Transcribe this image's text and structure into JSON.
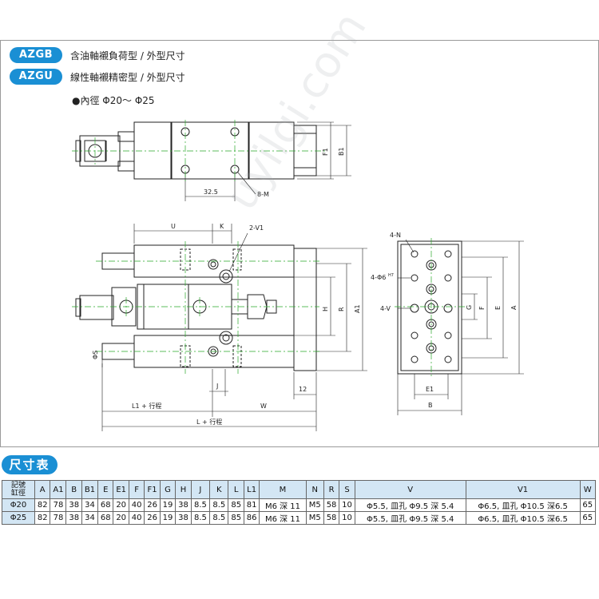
{
  "header": {
    "badge1": "AZGB",
    "line1": "含油軸襯負荷型 / 外型尺寸",
    "badge2": "AZGU",
    "line2": "線性軸襯精密型 / 外型尺寸",
    "bore": "●內徑  Φ20～ Φ25"
  },
  "drawing": {
    "top_view": {
      "dim_32_5": "32.5",
      "label_8M": "8-M",
      "label_F1": "F1",
      "label_B1": "B1"
    },
    "front_view": {
      "U": "U",
      "K": "K",
      "V1": "2-V1",
      "H": "H",
      "R": "R",
      "A1": "A1",
      "S": "ΦS",
      "J": "J",
      "dim12": "12",
      "L1": "L1 + 行程",
      "W": "W",
      "L": "L + 行程"
    },
    "side_view": {
      "N": "4-N",
      "phi6": "4-Φ6",
      "phi6_sup": "H7",
      "V": "4-V",
      "G": "G",
      "F": "F",
      "E": "E",
      "A": "A",
      "E1": "E1",
      "B": "B"
    },
    "watermark": "uyilgi.com"
  },
  "table": {
    "title": "尺寸表",
    "corner_top": "記號",
    "corner_bottom": "缸徑",
    "headers": [
      "A",
      "A1",
      "B",
      "B1",
      "E",
      "E1",
      "F",
      "F1",
      "G",
      "H",
      "J",
      "K",
      "L",
      "L1",
      "M",
      "N",
      "R",
      "S",
      "V",
      "V1",
      "W"
    ],
    "rows": [
      [
        "Φ20",
        "82",
        "78",
        "38",
        "34",
        "68",
        "20",
        "40",
        "26",
        "19",
        "38",
        "8.5",
        "8.5",
        "85",
        "81",
        "M6 深 11",
        "M5",
        "58",
        "10",
        "Φ5.5, 皿孔  Φ9.5 深 5.4",
        "Φ6.5, 皿孔  Φ10.5 深6.5",
        "65"
      ],
      [
        "Φ25",
        "82",
        "78",
        "38",
        "34",
        "68",
        "20",
        "40",
        "26",
        "19",
        "38",
        "8.5",
        "8.5",
        "85",
        "86",
        "M6 深 11",
        "M5",
        "58",
        "10",
        "Φ5.5, 皿孔  Φ9.5 深 5.4",
        "Φ6.5, 皿孔  Φ10.5 深6.5",
        "65"
      ]
    ]
  },
  "colors": {
    "accent": "#1a8fd4",
    "table_header": "#d3e6f4",
    "centerline": "#2aa82a"
  }
}
